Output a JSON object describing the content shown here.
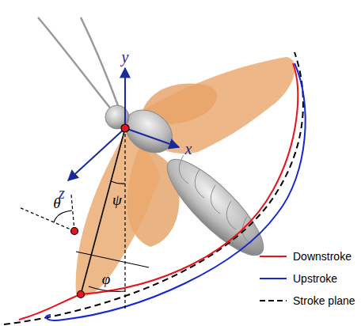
{
  "diagram": {
    "labels": [
      "y",
      "x",
      "z",
      "ψ",
      "θ",
      "φ"
    ],
    "legend": [
      {
        "text": "Downstroke"
      },
      {
        "text": "Upstroke"
      },
      {
        "text": "Stroke plane"
      }
    ]
  }
}
